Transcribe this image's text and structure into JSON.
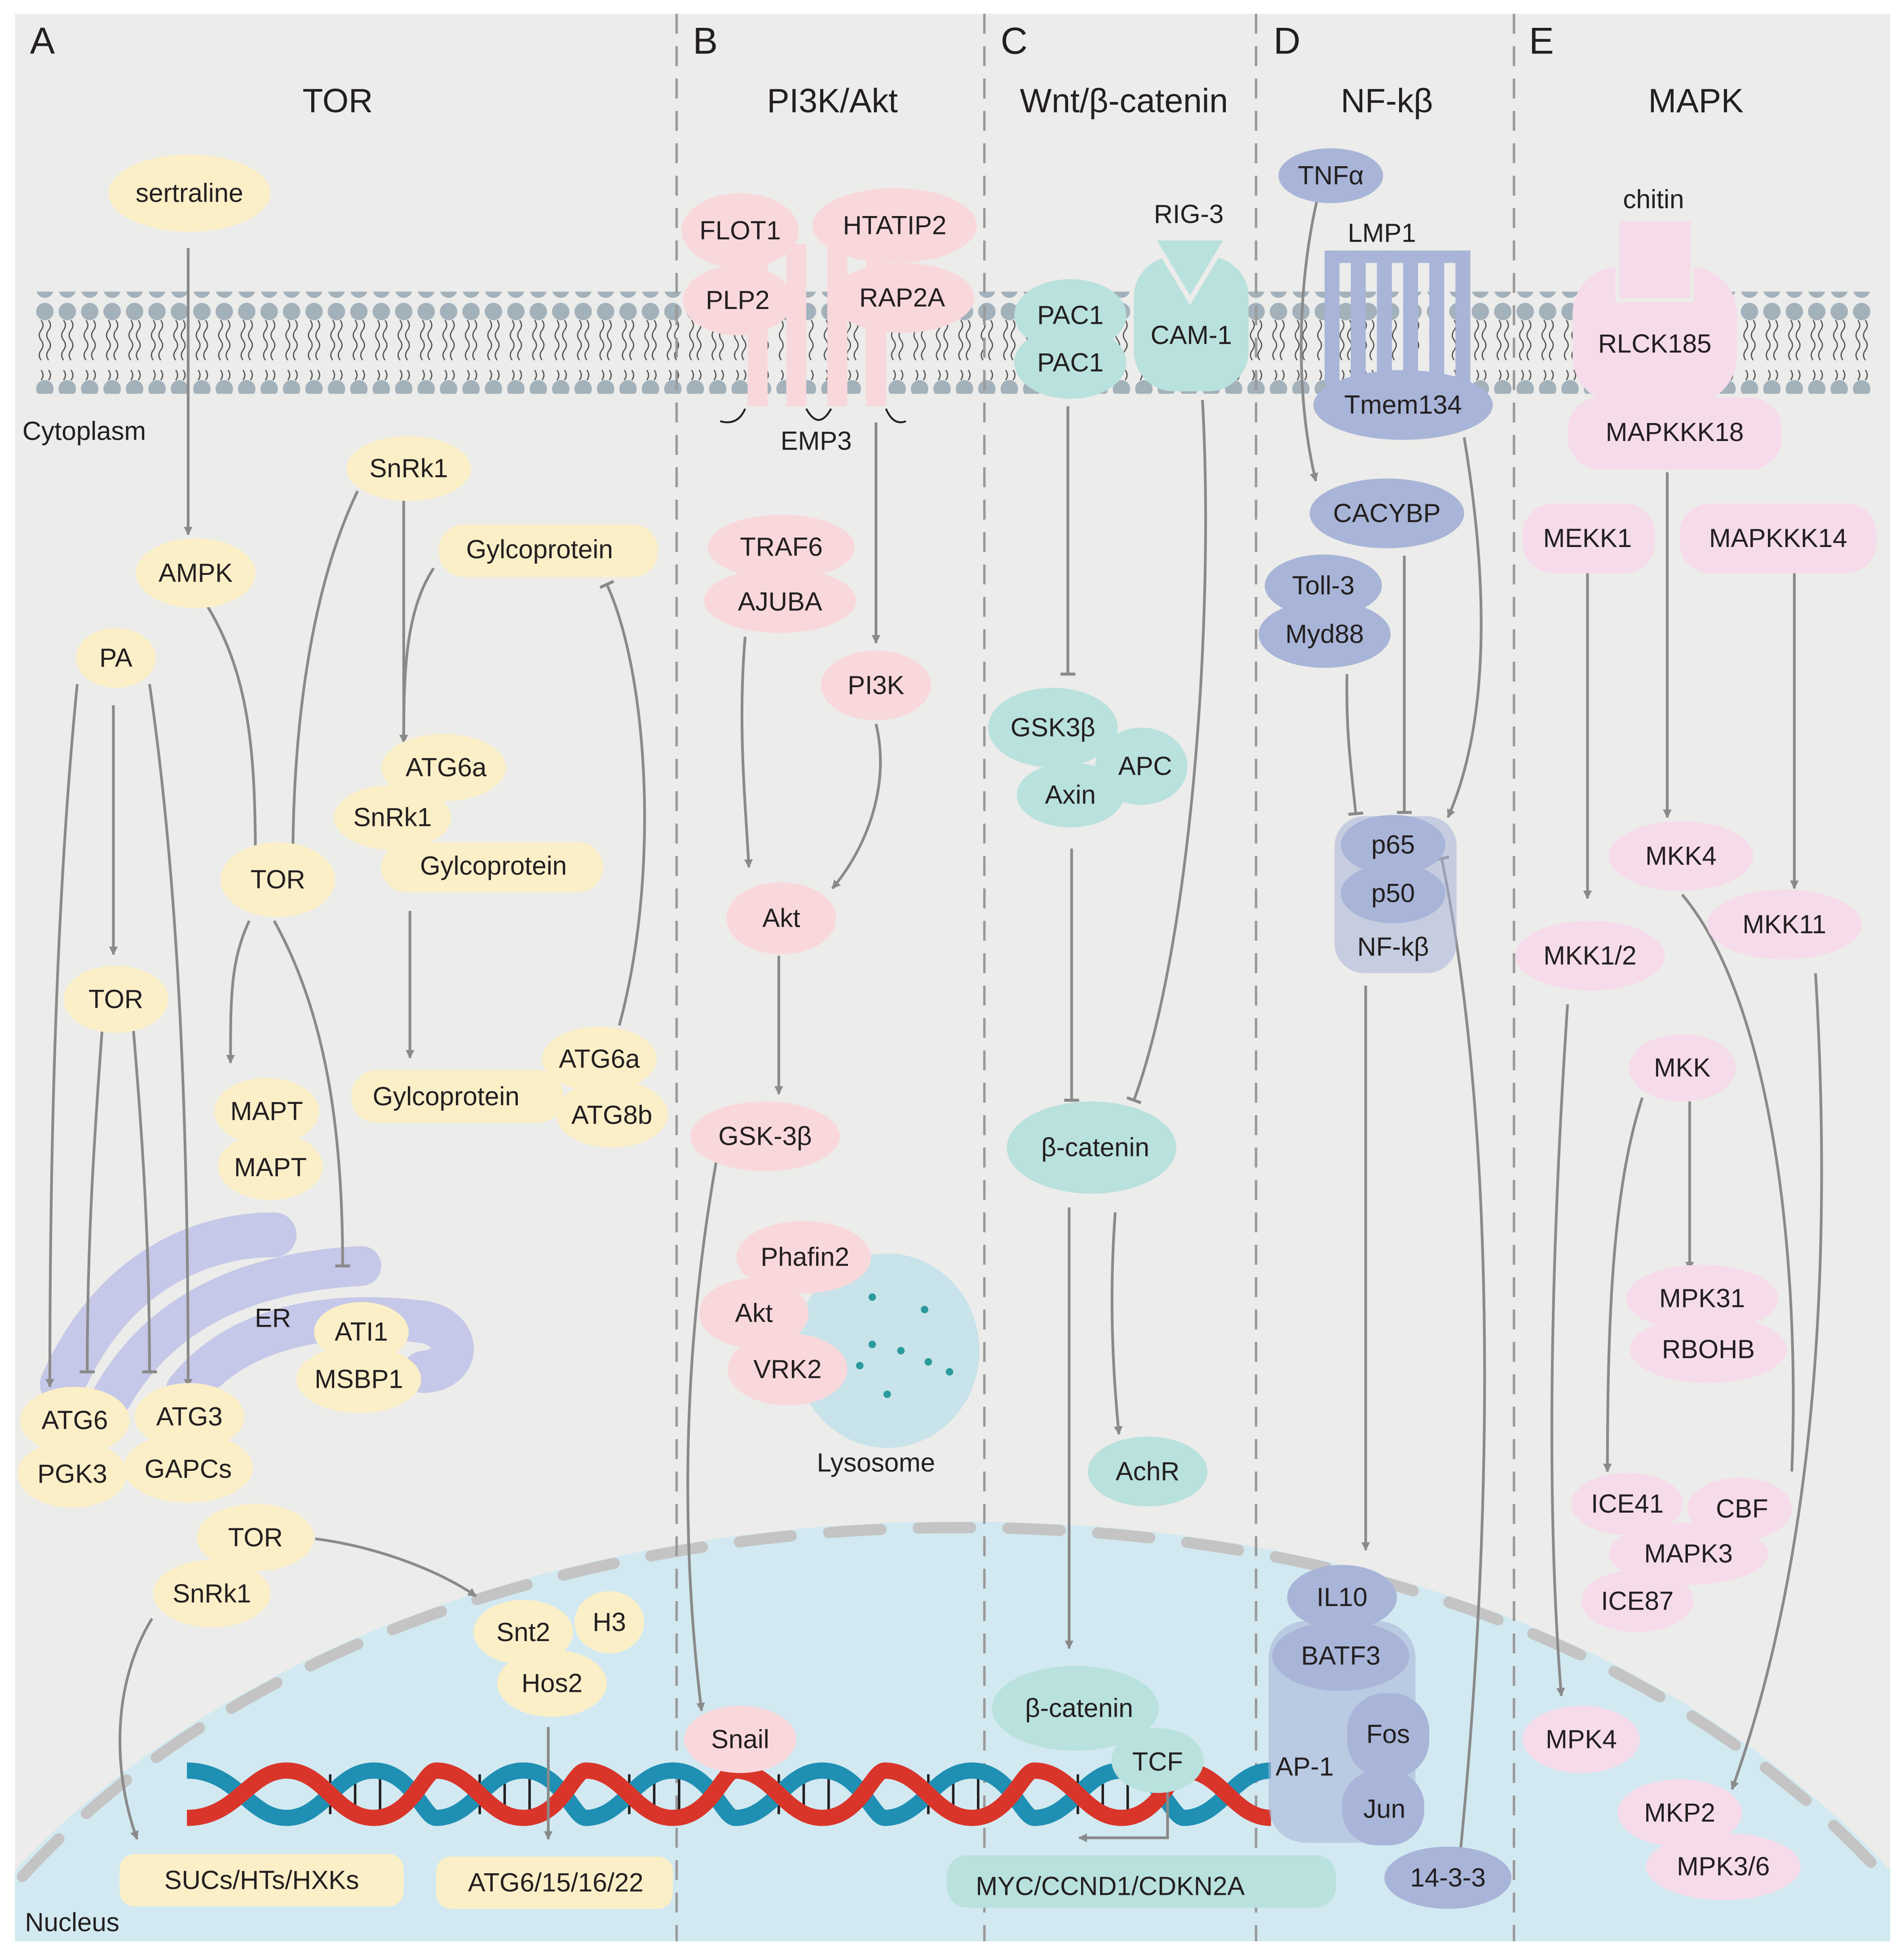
{
  "colors": {
    "background": "#ececea",
    "nucleus": "#d2e9f1",
    "membrane_head": "#a3b1bb",
    "tor": "#fbefc8",
    "pi3k": "#f9d8dc",
    "wnt": "#b9e1dd",
    "nfkb": "#a8b5d8",
    "mapk": "#f6dcea",
    "er": "#c5c8e8",
    "arrow": "#8a8a8a"
  },
  "panels": {
    "A": {
      "letter": "A",
      "title": "TOR"
    },
    "B": {
      "letter": "B",
      "title": "PI3K/Akt"
    },
    "C": {
      "letter": "C",
      "title": "Wnt/β-catenin"
    },
    "D": {
      "letter": "D",
      "title": "NF-kβ"
    },
    "E": {
      "letter": "E",
      "title": "MAPK"
    }
  },
  "compartments": {
    "cytoplasm": "Cytoplasm",
    "nucleus": "Nucleus",
    "er": "ER",
    "lysosome": "Lysosome"
  },
  "tor": {
    "sertraline": "sertraline",
    "ampk": "AMPK",
    "pa": "PA",
    "tor_left": "TOR",
    "tor_center": "TOR",
    "snrk1_top": "SnRk1",
    "gly_top": "Gylcoprotein",
    "atg6a_1": "ATG6a",
    "snrk1_2": "SnRk1",
    "gly_2": "Gylcoprotein",
    "mapt_1": "MAPT",
    "mapt_2": "MAPT",
    "gly_3": "Gylcoprotein",
    "atg6a_2": "ATG6a",
    "atg8b": "ATG8b",
    "ati1": "ATI1",
    "msbp1": "MSBP1",
    "atg6": "ATG6",
    "pgk3": "PGK3",
    "atg3": "ATG3",
    "gapcs": "GAPCs",
    "tor_bottom": "TOR",
    "snrk1_bottom": "SnRk1",
    "snt2": "Snt2",
    "h3": "H3",
    "hos2": "Hos2",
    "sucs": "SUCs/HTs/HXKs",
    "atg_genes": "ATG6/15/16/22"
  },
  "pi3k": {
    "flot1": "FLOT1",
    "htatip2": "HTATIP2",
    "plp2": "PLP2",
    "rap2a": "RAP2A",
    "emp3": "EMP3",
    "traf6": "TRAF6",
    "ajuba": "AJUBA",
    "pi3k": "PI3K",
    "akt": "Akt",
    "gsk3b": "GSK-3β",
    "phafin2": "Phafin2",
    "akt2": "Akt",
    "vrk2": "VRK2",
    "snail": "Snail"
  },
  "wnt": {
    "rig3": "RIG-3",
    "cam1": "CAM-1",
    "pac1_a": "PAC1",
    "pac1_b": "PAC1",
    "gsk3b": "GSK3β",
    "apc": "APC",
    "axin": "Axin",
    "bcat": "β-catenin",
    "achr": "AchR",
    "bcat_nuc": "β-catenin",
    "tcf": "TCF",
    "myc": "MYC/CCND1/CDKN2A"
  },
  "nfkb": {
    "tnfa": "TNFα",
    "lmp1": "LMP1",
    "tmem134": "Tmem134",
    "cacybp": "CACYBP",
    "toll3": "Toll-3",
    "myd88": "Myd88",
    "p65": "p65",
    "p50": "p50",
    "nfkb": "NF-kβ",
    "il10": "IL10",
    "batf3": "BATF3",
    "ap1": "AP-1",
    "fos": "Fos",
    "jun": "Jun",
    "p1433": "14-3-3"
  },
  "mapk": {
    "chitin": "chitin",
    "rlck185": "RLCK185",
    "mapkkk18": "MAPKKK18",
    "mekk1": "MEKK1",
    "mapkkk14": "MAPKKK14",
    "mkk4": "MKK4",
    "mkk11": "MKK11",
    "mkk12": "MKK1/2",
    "mkk": "MKK",
    "mpk31": "MPK31",
    "rbohb": "RBOHB",
    "ice41": "ICE41",
    "cbf": "CBF",
    "mapk3": "MAPK3",
    "ice87": "ICE87",
    "mpk4": "MPK4",
    "mkp2": "MKP2",
    "mpk36": "MPK3/6"
  }
}
